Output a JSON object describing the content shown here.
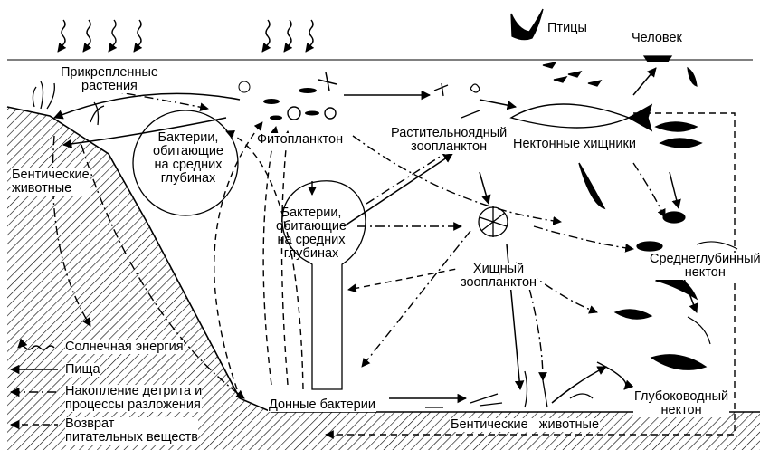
{
  "labels": {
    "birds": "Птицы",
    "human": "Человек",
    "attached_plants_1": "Прикрепленные",
    "attached_plants_2": "растения",
    "bacteria_upper_1": "Бактерии,",
    "bacteria_upper_2": "обитающие",
    "bacteria_upper_3": "на средних",
    "bacteria_upper_4": "глубинах",
    "phytoplankton": "Фитопланктон",
    "herb_zoo_1": "Растительноядный",
    "herb_zoo_2": "зоопланктон",
    "nekton_predators": "Нектонные хищники",
    "benthic_left_1": "Бентические",
    "benthic_left_2": "животные",
    "bacteria_mid_1": "Бактерии,",
    "bacteria_mid_2": "обитающие",
    "bacteria_mid_3": "на средних",
    "bacteria_mid_4": "глубинах",
    "pred_zoo_1": "Хищный",
    "pred_zoo_2": "зоопланктон",
    "midwater_nekton_1": "Среднеглубинный",
    "midwater_nekton_2": "нектон",
    "deep_nekton_1": "Глубоководный",
    "deep_nekton_2": "нектон",
    "bottom_bacteria": "Донные бактерии",
    "benthic_bottom": "Бентические   животные"
  },
  "legend": [
    {
      "label": "Солнечная энергия",
      "style": "wavy"
    },
    {
      "label": "Пища",
      "style": "solid"
    },
    {
      "label": "Накопление детрита и",
      "label2": "процессы разложения",
      "style": "dashdot"
    },
    {
      "label": "Возврат",
      "label2": "питательных веществ",
      "style": "dashed"
    }
  ]
}
